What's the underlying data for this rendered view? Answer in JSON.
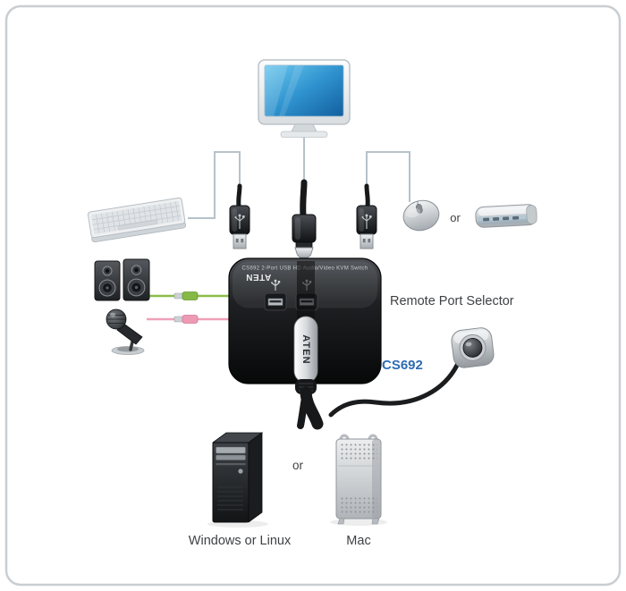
{
  "diagram": {
    "device": {
      "brand": "ATEN",
      "top_label": "CS692 2-Port USB HD Audio/Video KVM Switch",
      "model_label": "CS692"
    },
    "labels": {
      "remote_port_selector": "Remote Port Selector",
      "or_top": "or",
      "or_bottom": "or",
      "computer_left": "Windows or Linux",
      "computer_right": "Mac"
    },
    "colors": {
      "border": "#c9ced2",
      "connection_line": "#b6c2ca",
      "audio_green": "#8cbd4a",
      "audio_pink": "#f0a0b8",
      "screen_blue": "#2f93cf",
      "model_text": "#2e6db4",
      "label_text": "#3f4144"
    }
  }
}
